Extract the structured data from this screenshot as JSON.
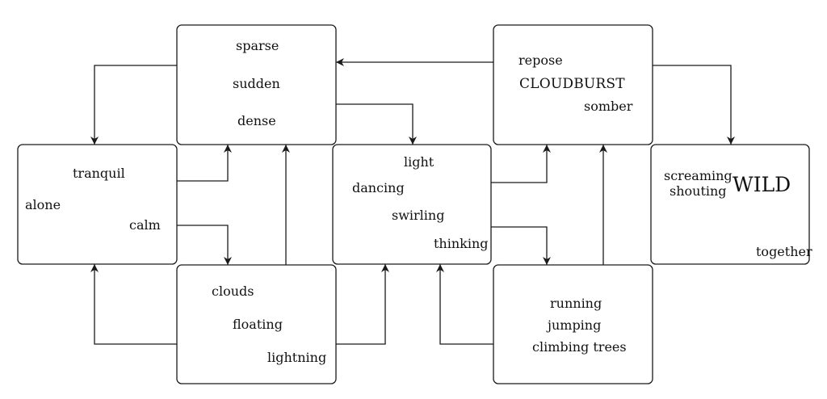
{
  "nodes": {
    "top_left": {
      "words": [
        "sparse",
        "sudden",
        "dense"
      ]
    },
    "top_right": {
      "words": [
        "repose",
        "CLOUDBURST",
        "somber"
      ]
    },
    "mid_left": {
      "words": [
        "tranquil",
        "alone",
        "calm"
      ]
    },
    "mid_center": {
      "words": [
        "light",
        "dancing",
        "swirling",
        "thinking"
      ]
    },
    "mid_right": {
      "words": [
        "screaming",
        "shouting",
        "WILD",
        "together"
      ]
    },
    "bottom_left": {
      "words": [
        "clouds",
        "floating",
        "lightning"
      ]
    },
    "bottom_right": {
      "words": [
        "running",
        "jumping",
        "climbing trees"
      ]
    }
  },
  "colors": {
    "stroke": "#1a1a1a",
    "text": "#111111",
    "background": "#ffffff"
  }
}
